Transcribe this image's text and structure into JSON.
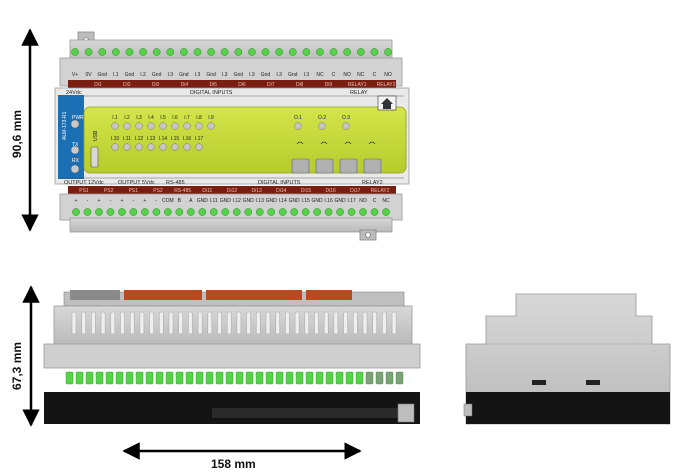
{
  "dimensions": {
    "height_front": "90,6 mm",
    "height_side": "67,3 mm",
    "width": "158 mm"
  },
  "device": {
    "model": "ALM-173-R1",
    "status_leds": [
      "PWR",
      "TX",
      "RX"
    ],
    "usb_label": "USB",
    "top_section_labels": [
      "24Vdc",
      "DIGITAL INPUTS",
      "RELAY"
    ],
    "top_terminals": [
      "V+",
      "0V",
      "Gnd",
      "I.1",
      "Gnd",
      "I.2",
      "Gnd",
      "I.3",
      "Gnd",
      "I.3",
      "Gnd",
      "I.3",
      "Gnd",
      "I.3",
      "Gnd",
      "I.3",
      "Gnd",
      "I.3",
      "NC",
      "C",
      "NO",
      "NC",
      "C",
      "NO"
    ],
    "top_groups": [
      "Di1",
      "Di2",
      "Di3",
      "Di4",
      "Di5",
      "Di6",
      "Di7",
      "Di8",
      "Di9",
      "RELAY1",
      "RELAY2"
    ],
    "input_leds_row1": [
      "I.1",
      "I.2",
      "I.3",
      "I.4",
      "I.5",
      "I.6",
      "I.7",
      "I.8",
      "I.9"
    ],
    "input_leds_row2": [
      "I.10",
      "I.11",
      "I.12",
      "I.13",
      "I.14",
      "I.15",
      "I.16",
      "I.17"
    ],
    "output_leds": [
      "O.1",
      "O.2",
      "O.3"
    ],
    "bottom_section_labels": [
      "OUTPUT 12Vdc",
      "OUTPUT 5Vdc",
      "RS-485",
      "DIGITAL INPUTS",
      "RELAY2"
    ],
    "bottom_groups": [
      "PS1",
      "PS2",
      "PS1",
      "PS2",
      "RS-485",
      "Di11",
      "Di12",
      "Di13",
      "Di14",
      "Di15",
      "Di16",
      "Di17",
      "RELAY2"
    ],
    "bottom_terminals": [
      "+",
      "-",
      "+",
      "-",
      "+",
      "-",
      "+",
      "-",
      "COM",
      "B",
      "A",
      "GND",
      "I.11",
      "GND",
      "I.12",
      "GND",
      "I.13",
      "GND",
      "I.14",
      "GND",
      "I.15",
      "GND",
      "I.16",
      "GND",
      "I.17",
      "NO",
      "C",
      "NC"
    ]
  },
  "colors": {
    "lcd": "#c8dc3c",
    "housing": "#c9c9c9",
    "side_panel": "#1a6fb5",
    "terminal_green": "#55d14a",
    "connector_orange": "#b84a1e",
    "base_black": "#141414"
  }
}
